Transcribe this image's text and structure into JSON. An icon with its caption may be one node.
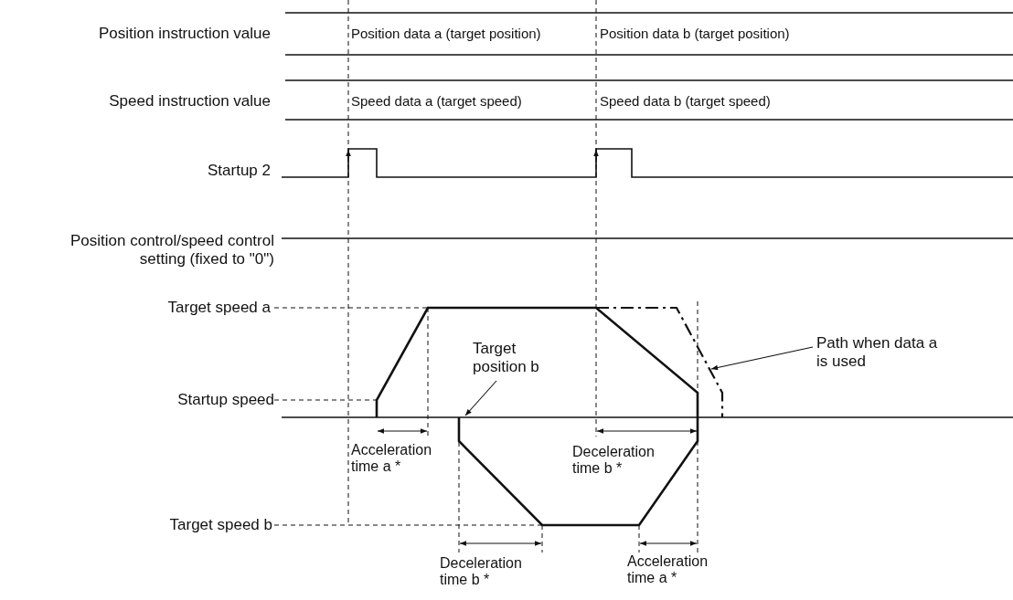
{
  "diagram": {
    "nodes": [
      {
        "text": [
          "Target position b"
        ]
      },
      {
        "text": [
          "Path when data a is used"
        ]
      },
      {
        "text": [],
        "shape": "line"
      }
    ],
    "edges": [
      {
        "from": 0,
        "to": null,
        "arrow": "to"
      },
      {
        "from": 1,
        "to": 2,
        "arrow": "to"
      }
    ],
    "labels": [
      "Position instruction value",
      "Position data a (target position)",
      "Position data b (target position)",
      "Speed instruction value",
      "Speed data a (target speed)",
      "Speed data b (target speed)",
      "Startup 2",
      "Position control/speed control setting (fixed to \"0\")",
      "Target speed a",
      "Startup speed",
      "Acceleration time a *",
      "Deceleration time b *",
      "Target speed b",
      "Deceleration time b *",
      "Acceleration time a *"
    ]
  }
}
